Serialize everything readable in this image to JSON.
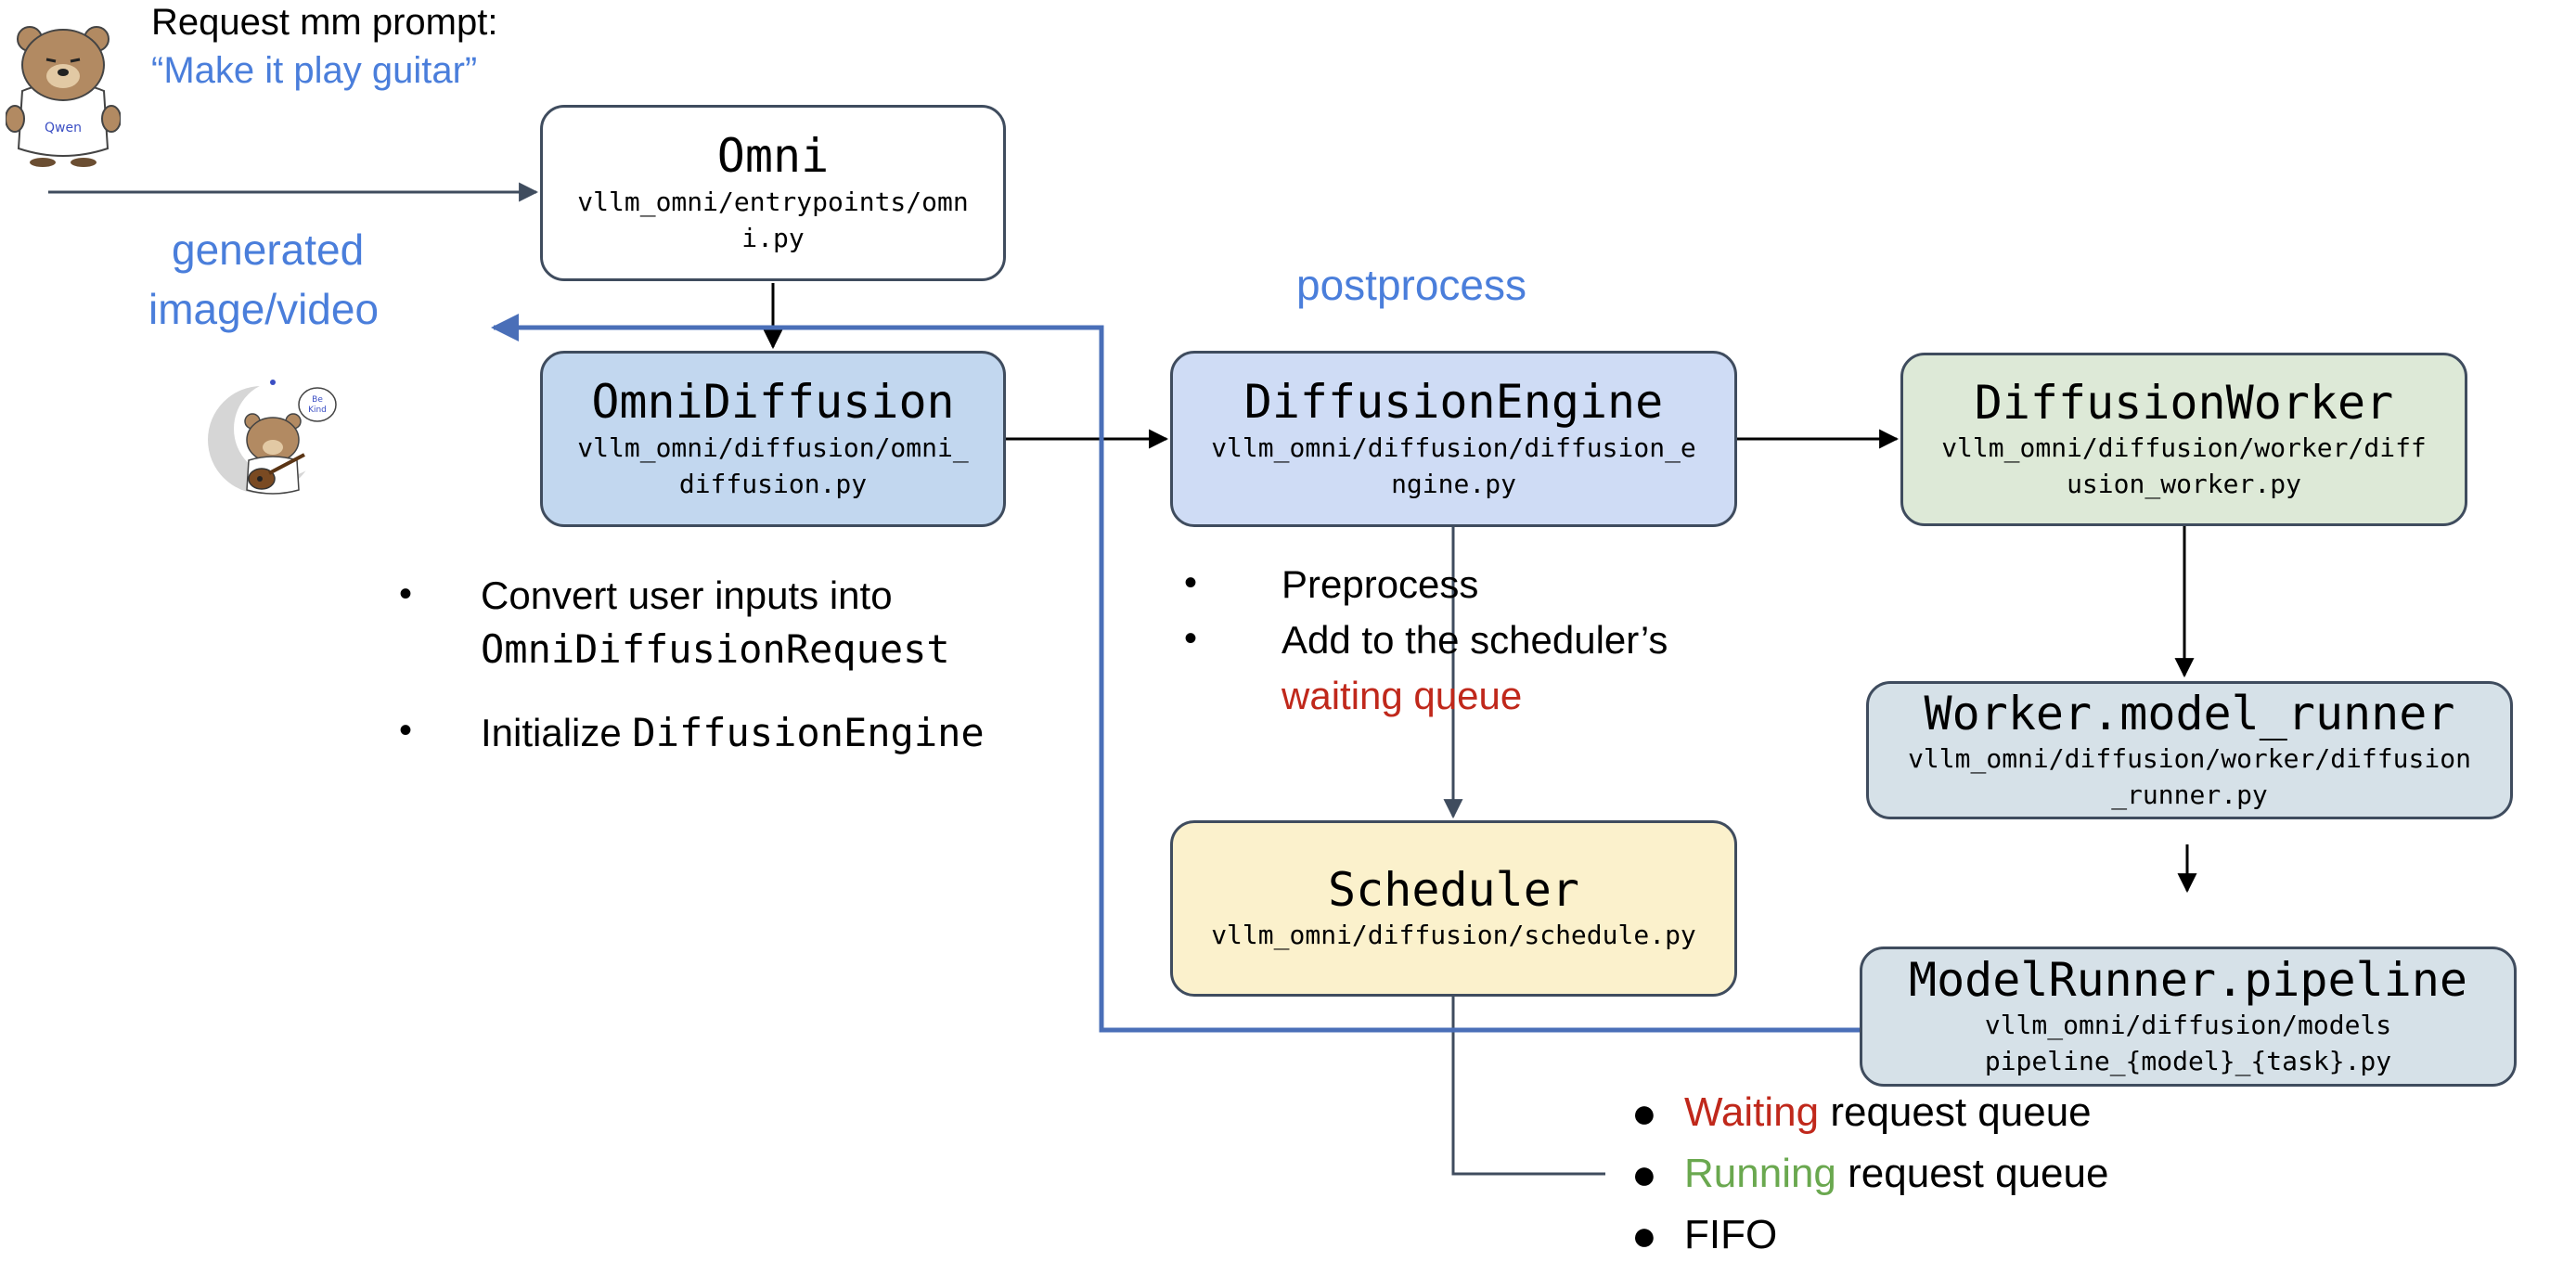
{
  "request": {
    "label": "Request mm prompt:",
    "prompt": "“Make it play guitar”"
  },
  "output": {
    "line1": "generated",
    "line2": "image/video"
  },
  "postprocess_label": "postprocess",
  "boxes": {
    "omni": {
      "title": "Omni",
      "path": "vllm_omni/entrypoints/omn\ni.py"
    },
    "omni_diffusion": {
      "title": "OmniDiffusion",
      "path": "vllm_omni/diffusion/omni_\ndiffusion.py"
    },
    "diffusion_engine": {
      "title": "DiffusionEngine",
      "path": "vllm_omni/diffusion/diffusion_e\nngine.py"
    },
    "diffusion_worker": {
      "title": "DiffusionWorker",
      "path": "vllm_omni/diffusion/worker/diff\nusion_worker.py"
    },
    "worker_model_runner": {
      "title": "Worker.model_runner",
      "path": "vllm_omni/diffusion/worker/diffusion\n_runner.py"
    },
    "scheduler": {
      "title": "Scheduler",
      "path": "vllm_omni/diffusion/schedule.py"
    },
    "modelrunner_pipeline": {
      "title": "ModelRunner.pipeline",
      "path": "vllm_omni/diffusion/models\npipeline_{model}_{task}.py"
    }
  },
  "omni_diffusion_notes": {
    "item1_line1": "Convert user inputs into",
    "item1_line2": "OmniDiffusionRequest",
    "item2_prefix": "Initialize ",
    "item2_code": "DiffusionEngine"
  },
  "engine_notes": {
    "item1": "Preprocess",
    "item2_line1": "Add to the scheduler’s",
    "item2_line2": "waiting queue"
  },
  "scheduler_notes": {
    "waiting_word": "Waiting",
    "waiting_rest": " request queue",
    "running_word": "Running",
    "running_rest": " request queue",
    "fifo": "FIFO"
  },
  "bear_logo": {
    "shirt_text": "Qwen"
  },
  "bear_bubble": {
    "text1": "Be",
    "text2": "Kind"
  },
  "colors": {
    "accent_blue": "#4a7edb",
    "wire_blue": "#4a6fb8",
    "red": "#c0281b",
    "green": "#6aa84f"
  }
}
